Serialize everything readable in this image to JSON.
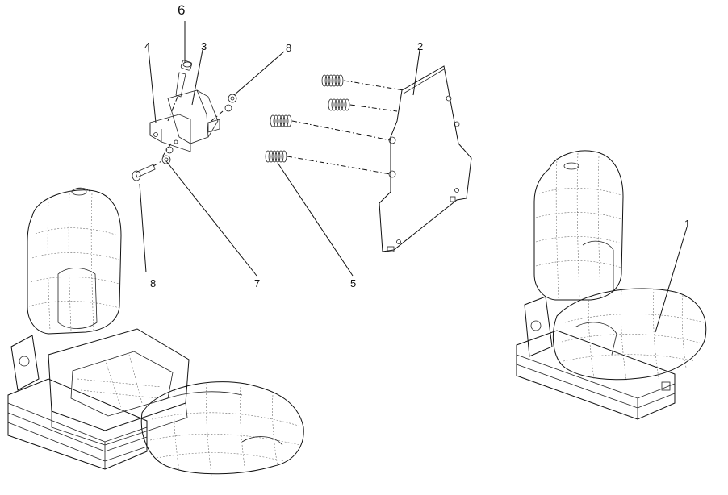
{
  "diagram": {
    "callouts": {
      "c1": "1",
      "c2": "2",
      "c3": "3",
      "c4": "4",
      "c5": "5",
      "c6": "6",
      "c7": "7",
      "c8_top": "8",
      "c8_bottom": "8"
    }
  }
}
